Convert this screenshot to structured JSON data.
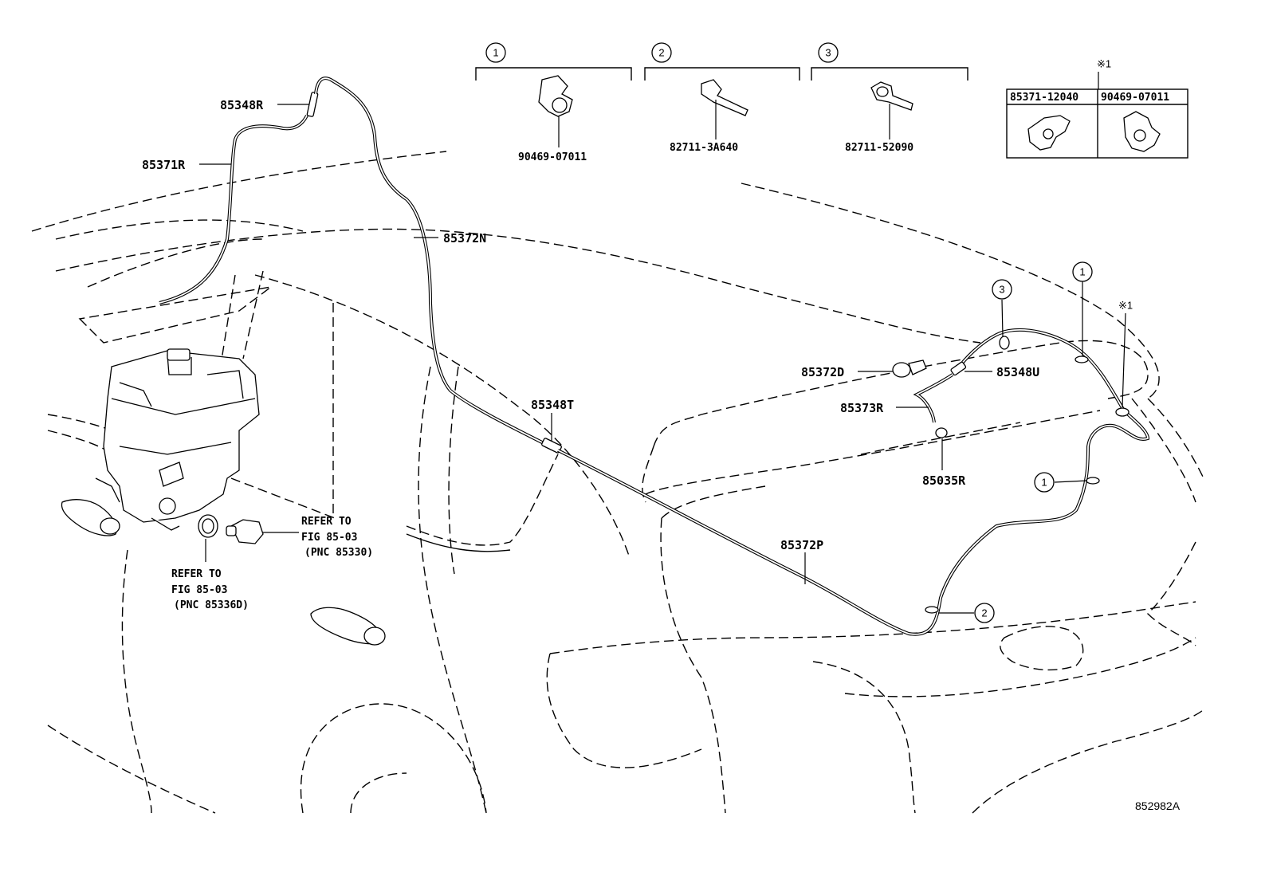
{
  "diagram_id": "852982A",
  "part_labels": {
    "p85348R": "85348R",
    "p85371R": "85371R",
    "p85372N": "85372N",
    "p85348T": "85348T",
    "p85372D": "85372D",
    "p85348U": "85348U",
    "p85373R": "85373R",
    "p85035R": "85035R",
    "p85372P": "85372P"
  },
  "references": {
    "ref1": {
      "line1": "REFER TO",
      "line2": "FIG 85-03",
      "line3": "(PNC 85330)"
    },
    "ref2": {
      "line1": "REFER TO",
      "line2": "FIG 85-03",
      "line3": "(PNC 85336D)"
    }
  },
  "clip_callouts": {
    "c1": {
      "number": "1",
      "part": "90469-07011"
    },
    "c2": {
      "number": "2",
      "part": "82711-3A640"
    },
    "c3": {
      "number": "3",
      "part": "82711-52090"
    }
  },
  "note_table": {
    "marker": "※1",
    "col1": "85371-12040",
    "col2": "90469-07011"
  },
  "markers": {
    "m1a": "1",
    "m1b": "1",
    "m2": "2",
    "m3": "3",
    "note": "※1"
  }
}
